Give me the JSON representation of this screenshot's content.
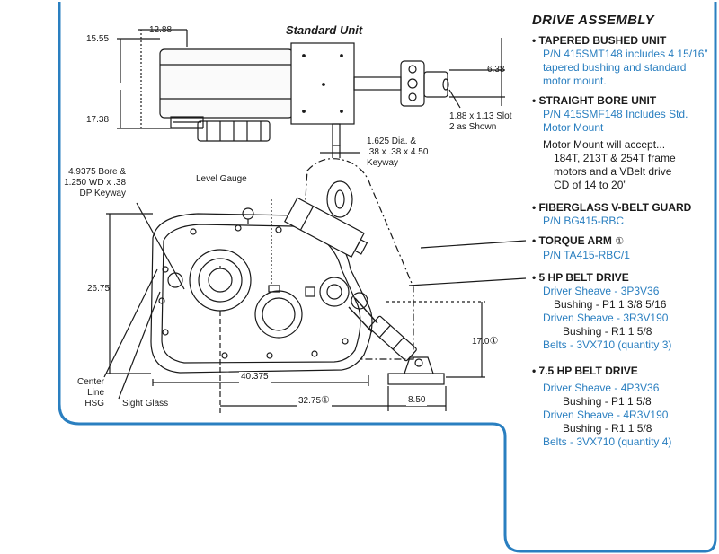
{
  "drawing": {
    "title": "Standard Unit",
    "dims": {
      "d1555": "15.55",
      "d1288": "12.88",
      "d1738": "17.38",
      "d638": "6.38",
      "slot": "1.88 x 1.13 Slot\n2 as Shown",
      "shaft": "1.625 Dia. &\n.38 x .38 x 4.50\nKeyway",
      "bore": "4.9375 Bore &\n1.250 WD x .38\nDP Keyway",
      "d2675": "26.75",
      "d170": "17.0",
      "d40375": "40.375",
      "d3275": "32.75",
      "d850": "8.50"
    },
    "labels": {
      "level_gauge": "Level Gauge",
      "center_line": "Center\nLine\nHSG",
      "sight_glass": "Sight Glass"
    },
    "note_mark": "①"
  },
  "panel": {
    "title": "DRIVE ASSEMBLY",
    "tapered": {
      "heading": "TAPERED BUSHED UNIT",
      "text": "P/N 415SMT148 includes 4 15/16” tapered bushing and standard motor mount."
    },
    "straight": {
      "heading": "STRAIGHT BORE UNIT",
      "text": "P/N 415SMF148 Includes Std. Motor Mount",
      "mount_1": "Motor Mount will accept...",
      "mount_2": "184T, 213T & 254T frame",
      "mount_3": "motors and a VBelt drive",
      "mount_4": "CD of 14 to 20”"
    },
    "guard": {
      "heading": "FIBERGLASS V-BELT GUARD",
      "pn": "P/N BG415-RBC"
    },
    "torque": {
      "heading": "TORQUE ARM",
      "pn": "P/N TA415-RBC/1"
    },
    "hp5": {
      "heading": "5 HP BELT DRIVE",
      "driver": "Driver Sheave - 3P3V36",
      "driver_bushing": "Bushing - P1 1 3/8 5/16",
      "driven": "Driven Sheave - 3R3V190",
      "driven_bushing": "Bushing - R1 1 5/8",
      "belts": "Belts - 3VX710 (quantity 3)"
    },
    "hp75": {
      "heading": "7.5 HP BELT DRIVE",
      "driver": "Driver Sheave - 4P3V36",
      "driver_bushing": "Bushing - P1 1 5/8",
      "driven": "Driven Sheave - 4R3V190",
      "driven_bushing": "Bushing - R1 1 5/8",
      "belts": "Belts - 3VX710 (quantity 4)"
    }
  },
  "colors": {
    "frame": "#2a7fc0",
    "accent_text": "#2a7fc0",
    "line": "#1a1a1a"
  }
}
